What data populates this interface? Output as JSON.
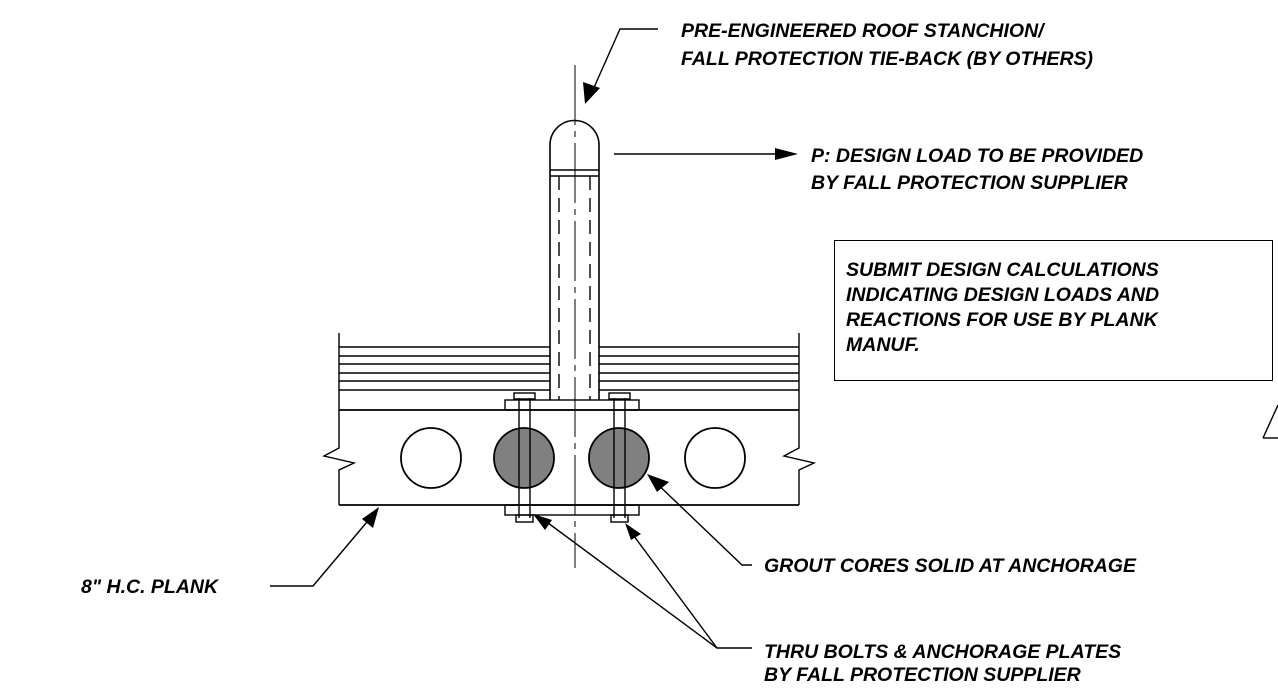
{
  "labels": {
    "stanchion": [
      "PRE-ENGINEERED ROOF STANCHION/",
      "FALL PROTECTION TIE-BACK (BY OTHERS)"
    ],
    "design_load": [
      "P: DESIGN LOAD TO BE PROVIDED",
      "BY FALL PROTECTION SUPPLIER"
    ],
    "note": [
      "SUBMIT DESIGN CALCULATIONS",
      "INDICATING DESIGN LOADS AND",
      "REACTIONS FOR USE BY PLANK",
      "MANUF."
    ],
    "grout": "GROUT CORES SOLID AT ANCHORAGE",
    "plank": "8\" H.C. PLANK",
    "bolts": [
      "THRU BOLTS & ANCHORAGE PLATES",
      "BY FALL PROTECTION SUPPLIER"
    ]
  },
  "colors": {
    "line": "#000000",
    "grouted_core": "#808080",
    "background": "#ffffff"
  }
}
